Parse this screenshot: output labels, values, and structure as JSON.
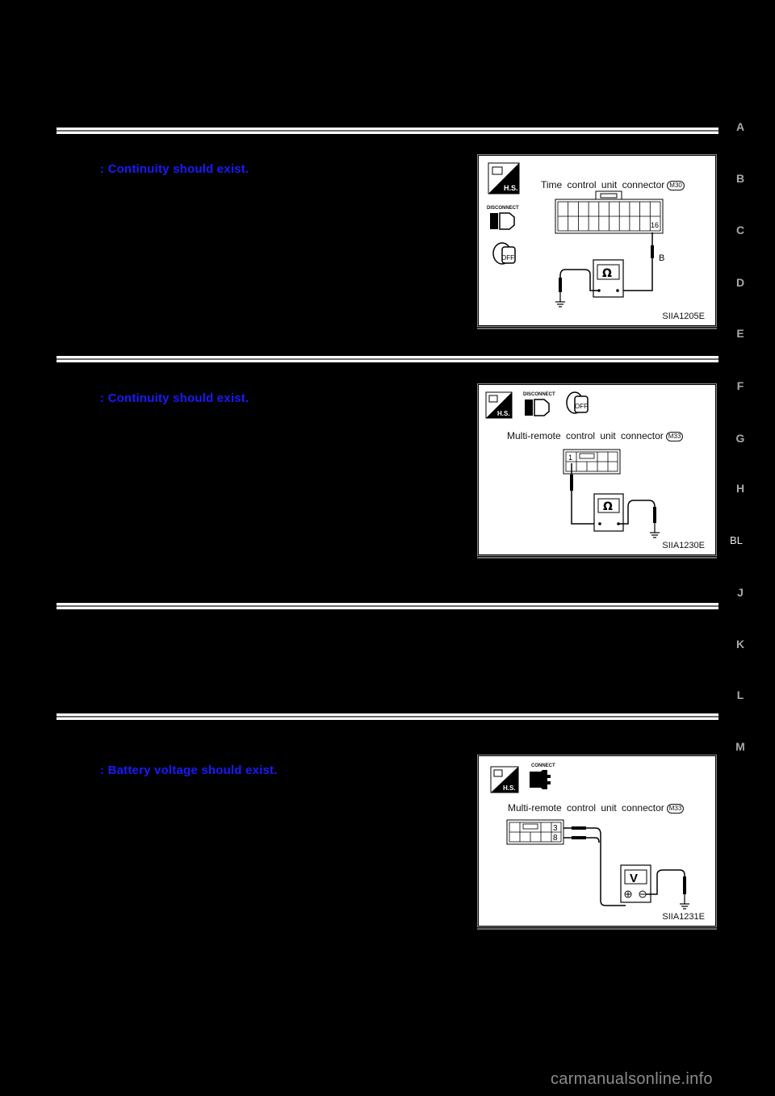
{
  "page": {
    "background": "#000000",
    "accent_spec_color": "#1a1aff"
  },
  "sections": [
    {
      "spec_text": ": Continuity should exist.",
      "figure": {
        "title": "Time control unit connector",
        "connector_id": "M30",
        "icons": [
          "hs-icon",
          "disconnect-icon",
          "ignition-off-icon"
        ],
        "disconnect_label": "DISCONNECT",
        "ignition_label": "OFF",
        "terminal": "16",
        "wire_color": "B",
        "meter": "Ω",
        "code": "SIIA1205E"
      }
    },
    {
      "spec_text": ": Continuity should exist.",
      "figure": {
        "title": "Multi-remote control unit connector",
        "connector_id": "M33",
        "icons": [
          "hs-icon",
          "disconnect-icon",
          "ignition-off-icon"
        ],
        "disconnect_label": "DISCONNECT",
        "ignition_label": "OFF",
        "terminal": "1",
        "meter": "Ω",
        "code": "SIIA1230E"
      }
    },
    {
      "spec_text": ": Battery voltage should exist.",
      "figure": {
        "title": "Multi-remote control unit connector",
        "connector_id": "M33",
        "icons": [
          "hs-icon",
          "connect-icon"
        ],
        "connect_label": "CONNECT",
        "terminals": [
          "3",
          "8"
        ],
        "meter": "V",
        "code": "SIIA1231E"
      }
    }
  ],
  "hs_label": "H.S.",
  "index_tabs": [
    {
      "label": "A",
      "active": false
    },
    {
      "label": "B",
      "active": false
    },
    {
      "label": "C",
      "active": false
    },
    {
      "label": "D",
      "active": false
    },
    {
      "label": "E",
      "active": false
    },
    {
      "label": "F",
      "active": false
    },
    {
      "label": "G",
      "active": false
    },
    {
      "label": "H",
      "active": false
    },
    {
      "label": "BL",
      "active": true
    },
    {
      "label": "J",
      "active": false
    },
    {
      "label": "K",
      "active": false
    },
    {
      "label": "L",
      "active": false
    },
    {
      "label": "M",
      "active": false
    }
  ],
  "watermark": "carmanualsonline.info"
}
